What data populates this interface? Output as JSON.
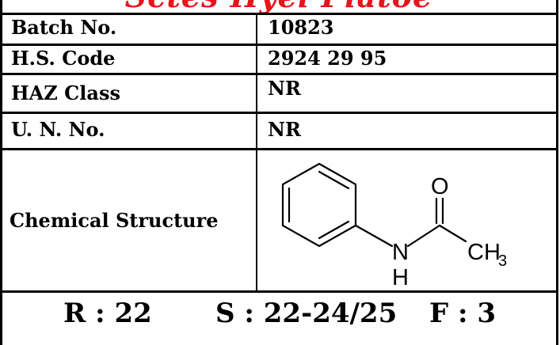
{
  "document": {
    "title": "Sctes Hyel Platoe",
    "colors": {
      "title": "#e8141b",
      "border": "#000000",
      "text": "#000000"
    }
  },
  "rows": [
    {
      "label": "Batch No.",
      "value": "10823"
    },
    {
      "label": "H.S. Code",
      "value": "2924 29 95"
    },
    {
      "label": "HAZ Class",
      "value": "NR"
    },
    {
      "label": "U. N. No.",
      "value": "NR"
    }
  ],
  "structure_row": {
    "label": "Chemical Structure",
    "molecule_atoms": {
      "oxygen": "O",
      "nitrogen": "N",
      "hydrogen": "H",
      "methyl": "CH",
      "methyl_subscript": "3"
    }
  },
  "footer": {
    "r_phrase": "R : 22",
    "s_phrase": "S : 22-24/25",
    "f_phrase": "F : 3"
  }
}
